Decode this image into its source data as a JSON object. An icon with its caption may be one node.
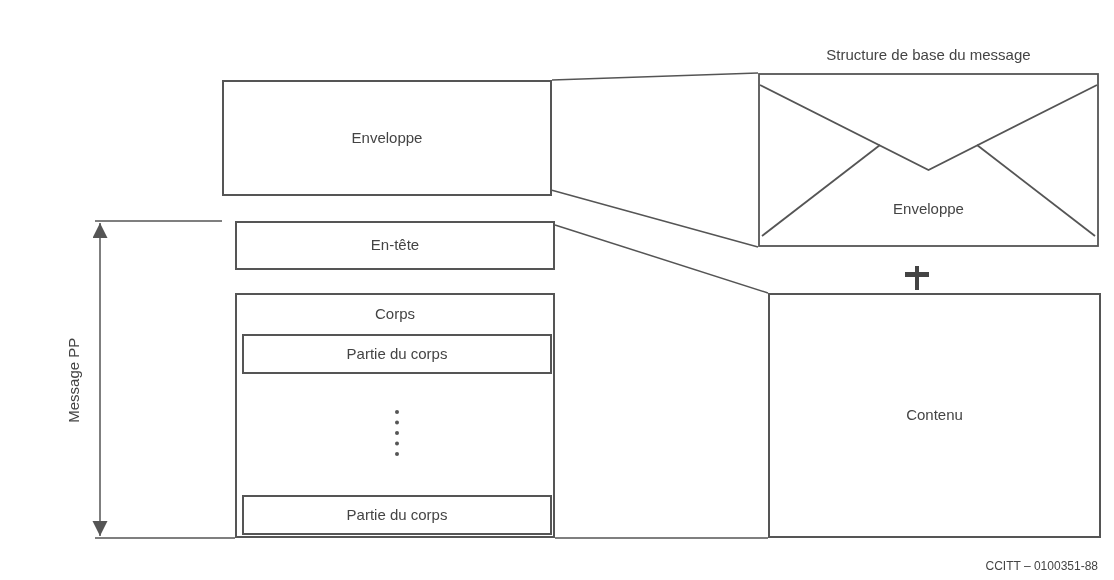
{
  "diagram": {
    "nodes": [
      {
        "text": [
          "Enveloppe"
        ]
      },
      {
        "text": [
          "En-tête"
        ]
      },
      {
        "text": [
          "Corps"
        ]
      },
      {
        "text": [
          "Partie du corps"
        ],
        "in": 2
      },
      {
        "text": [
          "Partie du corps"
        ],
        "in": 2
      },
      {
        "text": [
          "Structure de base du message",
          "Enveloppe"
        ]
      },
      {
        "text": [
          "Contenu"
        ]
      }
    ],
    "edges": [
      {
        "from": 0,
        "to": 5,
        "arrow": "none"
      },
      {
        "from": 0,
        "to": 5,
        "arrow": "none"
      },
      {
        "from": 1,
        "to": 6,
        "arrow": "none"
      },
      {
        "from": 2,
        "to": 6,
        "arrow": "none"
      }
    ],
    "labels": [
      "Message PP",
      "CCITT – 0100351-88"
    ]
  }
}
